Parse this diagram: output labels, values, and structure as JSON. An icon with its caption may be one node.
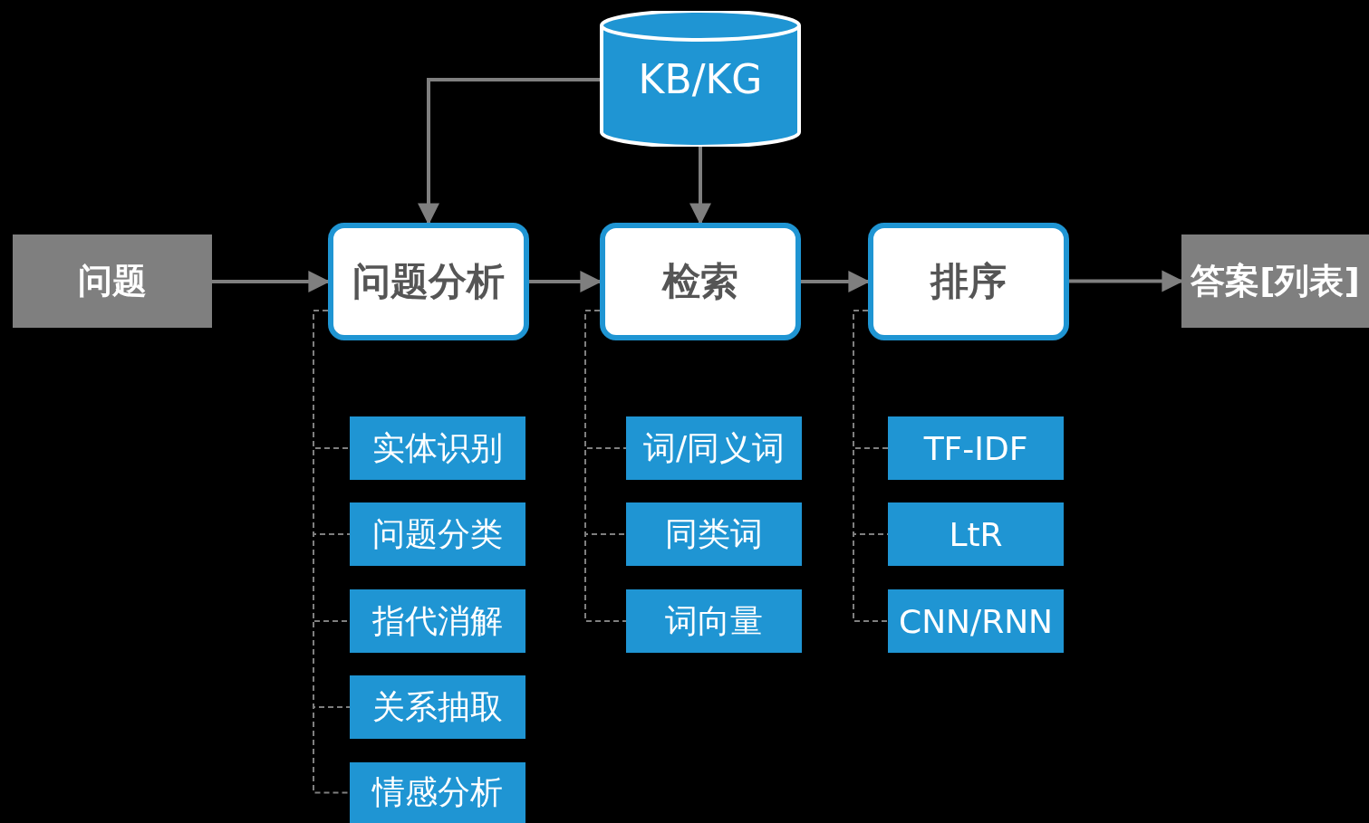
{
  "diagram": {
    "nodes": [
      {
        "text": [
          "KB/KG"
        ]
      },
      {
        "text": [
          "问题"
        ]
      },
      {
        "text": [
          "问题分析"
        ]
      },
      {
        "text": [
          "检索"
        ]
      },
      {
        "text": [
          "排序"
        ]
      },
      {
        "text": [
          "答案[列表]"
        ]
      },
      {
        "text": [
          "实体识别"
        ]
      },
      {
        "text": [
          "问题分类"
        ]
      },
      {
        "text": [
          "指代消解"
        ]
      },
      {
        "text": [
          "关系抽取"
        ]
      },
      {
        "text": [
          "情感分析"
        ]
      },
      {
        "text": [
          "词/同义词"
        ]
      },
      {
        "text": [
          "同类词"
        ]
      },
      {
        "text": [
          "词向量"
        ]
      },
      {
        "text": [
          "TF-IDF"
        ]
      },
      {
        "text": [
          "LtR"
        ]
      },
      {
        "text": [
          "CNN/RNN"
        ]
      }
    ],
    "edges": [
      {
        "from": 1,
        "to": 2,
        "arrow": "to"
      },
      {
        "from": 2,
        "to": 3,
        "arrow": "to"
      },
      {
        "from": 3,
        "to": 4,
        "arrow": "to"
      },
      {
        "from": 4,
        "to": 5,
        "arrow": "to"
      },
      {
        "from": 0,
        "to": 2,
        "arrow": "to"
      },
      {
        "from": 0,
        "to": 3,
        "arrow": "to"
      },
      {
        "from": 2,
        "to": 6,
        "arrow": "none",
        "style": "dashed"
      },
      {
        "from": 2,
        "to": 7,
        "arrow": "none",
        "style": "dashed"
      },
      {
        "from": 2,
        "to": 8,
        "arrow": "none",
        "style": "dashed"
      },
      {
        "from": 2,
        "to": 9,
        "arrow": "none",
        "style": "dashed"
      },
      {
        "from": 2,
        "to": 10,
        "arrow": "none",
        "style": "dashed"
      },
      {
        "from": 3,
        "to": 11,
        "arrow": "none",
        "style": "dashed"
      },
      {
        "from": 3,
        "to": 12,
        "arrow": "none",
        "style": "dashed"
      },
      {
        "from": 3,
        "to": 13,
        "arrow": "none",
        "style": "dashed"
      },
      {
        "from": 4,
        "to": 14,
        "arrow": "none",
        "style": "dashed"
      },
      {
        "from": 4,
        "to": 15,
        "arrow": "none",
        "style": "dashed"
      },
      {
        "from": 4,
        "to": 16,
        "arrow": "none",
        "style": "dashed"
      }
    ]
  }
}
